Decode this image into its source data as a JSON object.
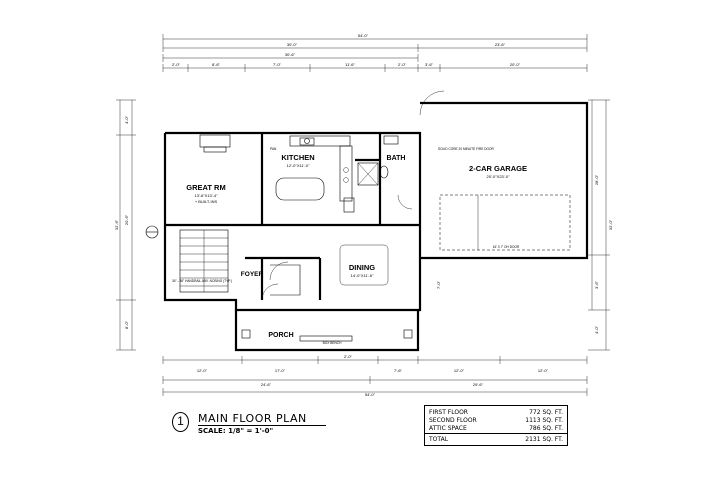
{
  "drawing": {
    "plan_title": "MAIN FLOOR PLAN",
    "detail_number": "1",
    "scale": "SCALE: 1/8\" = 1'-0\""
  },
  "rooms": {
    "great_rm": "GREAT RM",
    "great_rm_dim": "13'-6\"X13'-4\"",
    "great_rm_note": "+ BUILT-INS",
    "kitchen": "KITCHEN",
    "kitchen_dim": "12'-0\"X11'-0\"",
    "bath": "BATH",
    "garage": "2-CAR GARAGE",
    "garage_dim": "20'-0\"X23'-0\"",
    "dining": "DINING",
    "dining_dim": "14'-0\"X11'-6\"",
    "foyer": "FOYER",
    "porch": "PORCH"
  },
  "notes": {
    "garage_door": "16' X 7' OH DOOR",
    "fire_door": "SOLID CORE 20 MINUTE FIRE DOOR",
    "handrail": "34\" - 38\" HANDRAIL ABV. NOSING (TYP.)",
    "box_bench": "BOX BENCH",
    "pan": "PAN"
  },
  "dimensions": {
    "overall": "54'-0\"",
    "top_house": "30'-0\"",
    "top_garage": "23'-6\"",
    "top_row2_left": "30'-6\"",
    "top_row3": [
      "2'-0\"",
      "8'-6\"",
      "7'-0\"",
      "11'-6\"",
      "2'-0\"",
      "3'-6\"",
      "20'-0\""
    ],
    "bottom_row1": [
      "12'-0\"",
      "17'-0\"",
      "2'-0\"",
      "7'-6\"",
      "12'-0\"",
      "12'-0\""
    ],
    "bottom_row2": [
      "24'-6\"",
      "29'-6\""
    ],
    "bottom_overall": "54'-0\"",
    "left_side": [
      "4'-0\"",
      "20'-6\"",
      "8'-0\"",
      "32'-6\""
    ],
    "right_side": [
      "28'-0\"",
      "32'-0\"",
      "4'-0\"",
      "3'-6\"",
      "7'-0\""
    ]
  },
  "area_table": {
    "rows": [
      {
        "label": "FIRST FLOOR",
        "value": "772 SQ. FT."
      },
      {
        "label": "SECOND FLOOR",
        "value": "1113 SQ. FT."
      },
      {
        "label": "ATTIC SPACE",
        "value": "786 SQ. FT."
      }
    ],
    "total": {
      "label": "TOTAL",
      "value": "2131 SQ. FT."
    }
  }
}
